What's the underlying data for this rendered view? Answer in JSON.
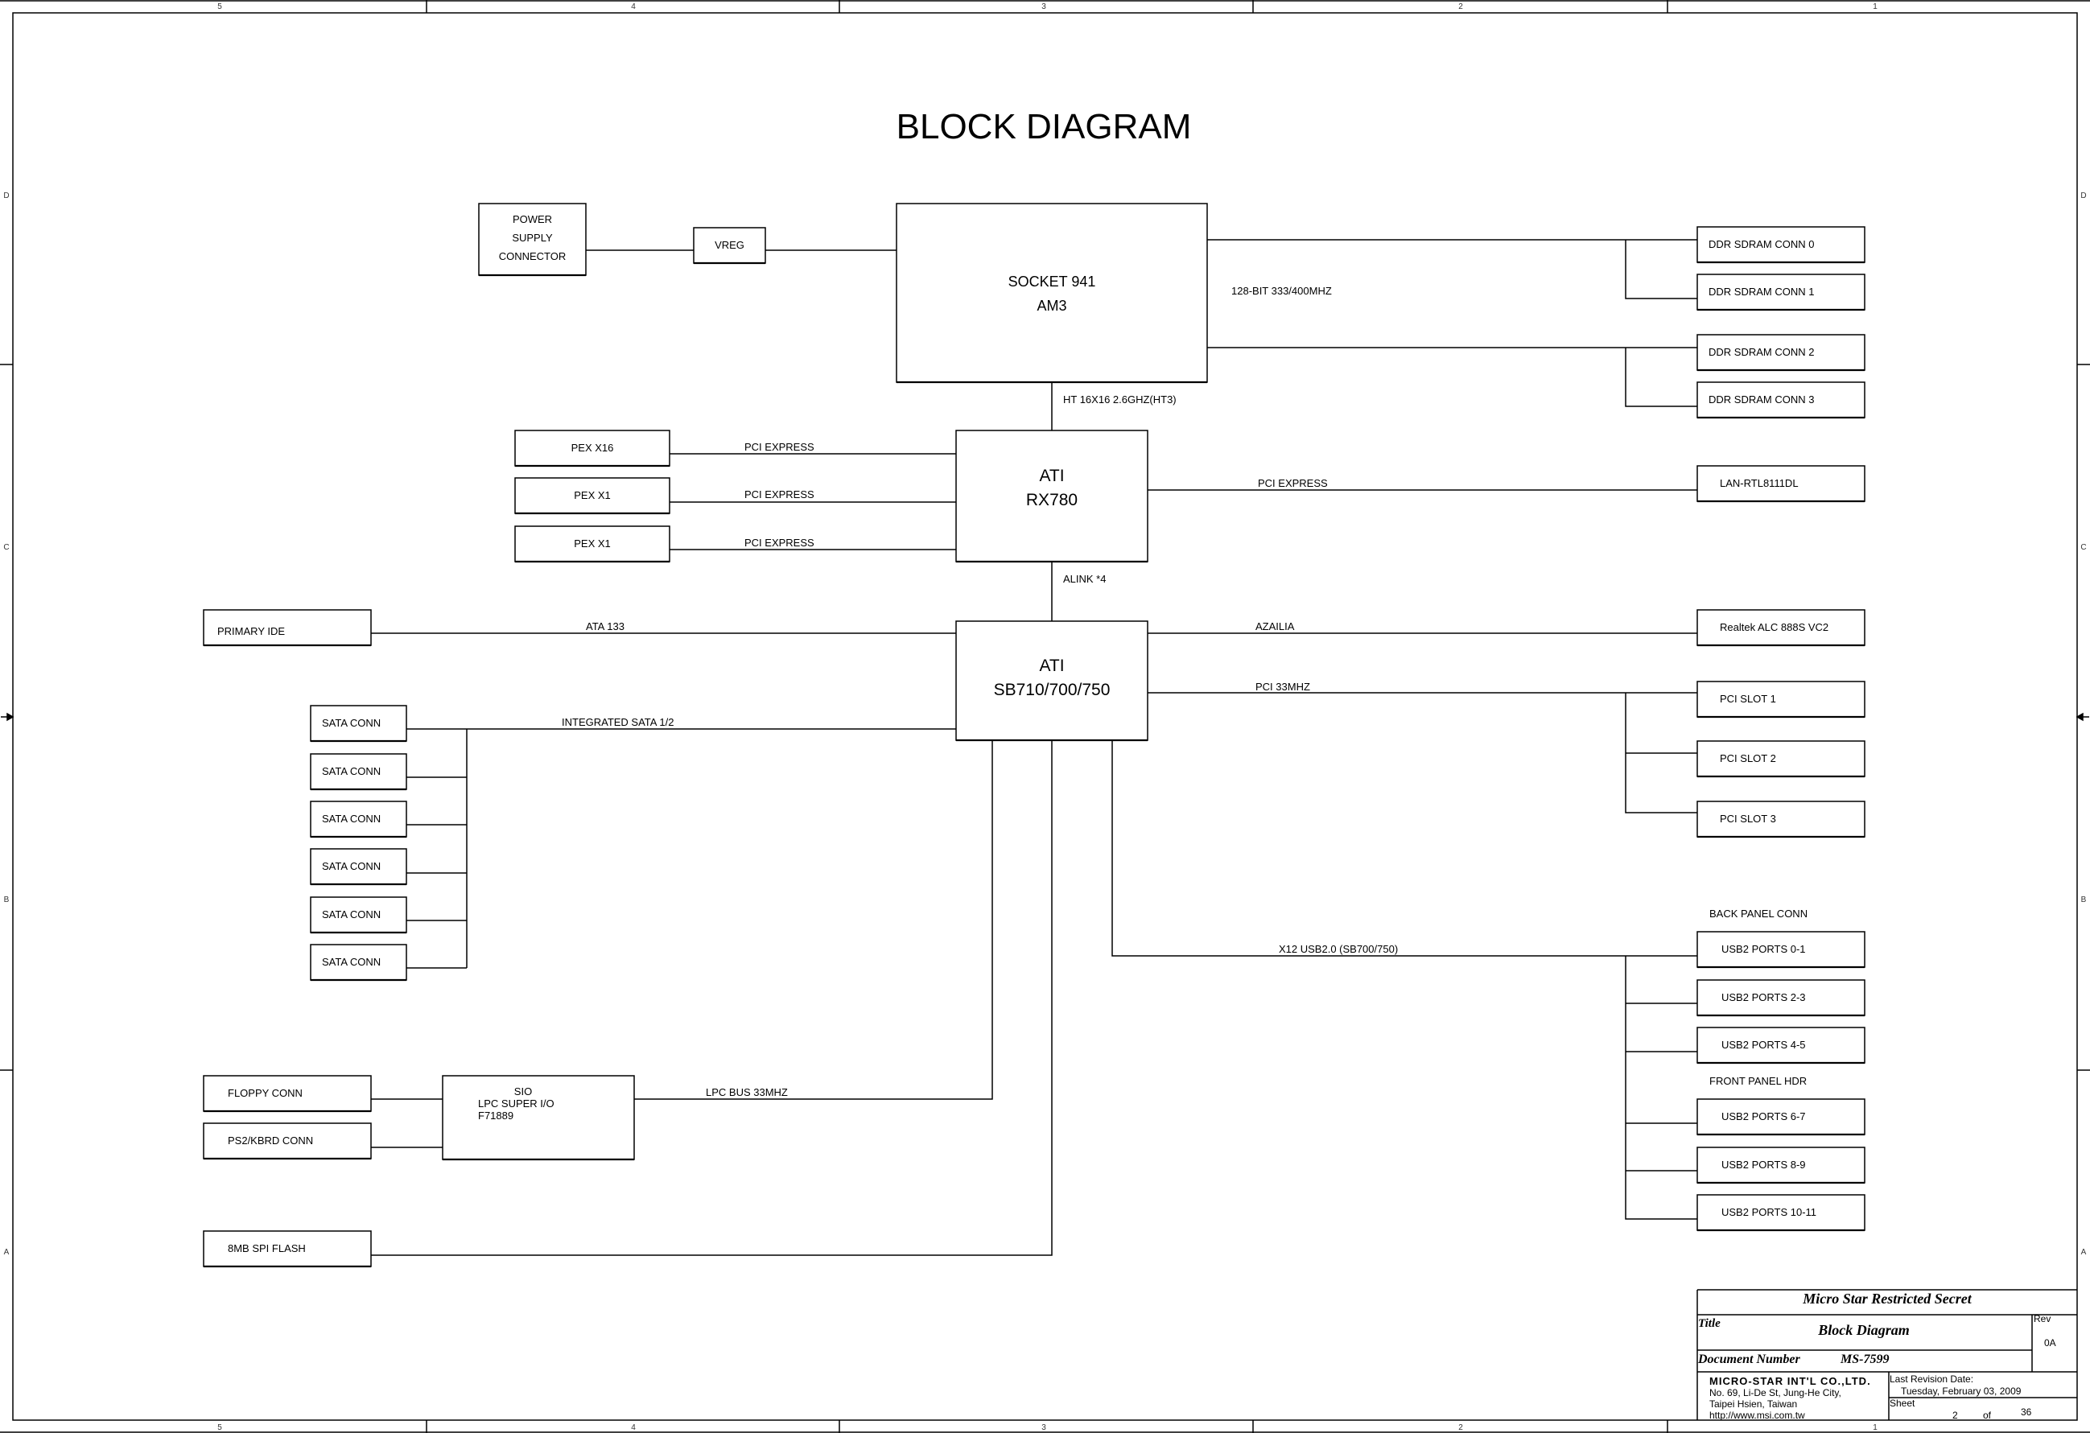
{
  "diagram": {
    "title": "BLOCK DIAGRAM",
    "blocks": {
      "power": [
        "POWER",
        "SUPPLY",
        "CONNECTOR"
      ],
      "vreg": "VREG",
      "cpu": [
        "SOCKET 941",
        "AM3"
      ],
      "ddr0": "DDR SDRAM CONN 0",
      "ddr1": "DDR SDRAM CONN 1",
      "ddr2": "DDR SDRAM CONN 2",
      "ddr3": "DDR SDRAM CONN 3",
      "nb": [
        "ATI",
        "RX780"
      ],
      "pex16": "PEX X16",
      "pex1a": "PEX X1",
      "pex1b": "PEX X1",
      "lan": "LAN-RTL8111DL",
      "sb": [
        "ATI",
        "SB710/700/750"
      ],
      "ide": "PRIMARY IDE",
      "sata": [
        "SATA CONN",
        "SATA CONN",
        "SATA CONN",
        "SATA CONN",
        "SATA CONN",
        "SATA CONN"
      ],
      "audio": "Realtek ALC 888S VC2",
      "pci1": "PCI SLOT 1",
      "pci2": "PCI SLOT 2",
      "pci3": "PCI SLOT 3",
      "usb": [
        "USB2 PORTS 0-1",
        "USB2 PORTS 2-3",
        "USB2 PORTS 4-5",
        "USB2 PORTS 6-7",
        "USB2 PORTS 8-9",
        "USB2 PORTS 10-11"
      ],
      "floppy": "FLOPPY CONN",
      "ps2": "PS2/KBRD CONN",
      "sio": [
        "SIO",
        "LPC SUPER I/O",
        "F71889"
      ],
      "flash": "8MB SPI FLASH"
    },
    "bus_labels": {
      "mem": "128-BIT 333/400MHZ",
      "ht": "HT 16X16 2.6GHZ(HT3)",
      "pcie1": "PCI EXPRESS",
      "pcie2": "PCI EXPRESS",
      "pcie3": "PCI EXPRESS",
      "pcie_lan": "PCI EXPRESS",
      "alink": "ALINK *4",
      "ata": "ATA 133",
      "azalia": "AZAILIA",
      "pci": "PCI 33MHZ",
      "sata": "INTEGRATED SATA 1/2",
      "usb": "X12 USB2.0 (SB700/750)",
      "lpc": "LPC BUS 33MHZ"
    },
    "group_labels": {
      "back_panel": "BACK PANEL CONN",
      "front_panel": "FRONT PANEL HDR"
    }
  },
  "frame": {
    "col_labels": [
      "5",
      "4",
      "3",
      "2",
      "1"
    ],
    "row_labels": [
      "D",
      "C",
      "B",
      "A"
    ]
  },
  "title_block": {
    "classification": "Micro Star Restricted Secret",
    "title_label": "Title",
    "title": "Block Diagram",
    "rev_label": "Rev",
    "rev": "0A",
    "doc_label": "Document Number",
    "doc_number": "MS-7599",
    "company": "MICRO-STAR INT'L CO.,LTD.",
    "address1": "No. 69, Li-De St, Jung-He City,",
    "address2": "Taipei Hsien, Taiwan",
    "url": "http://www.msi.com.tw",
    "date_label": "Last Revision Date:",
    "date": "Tuesday, February 03, 2009",
    "sheet_label": "Sheet",
    "sheet": "2",
    "of_label": "of",
    "sheet_total": "36"
  }
}
